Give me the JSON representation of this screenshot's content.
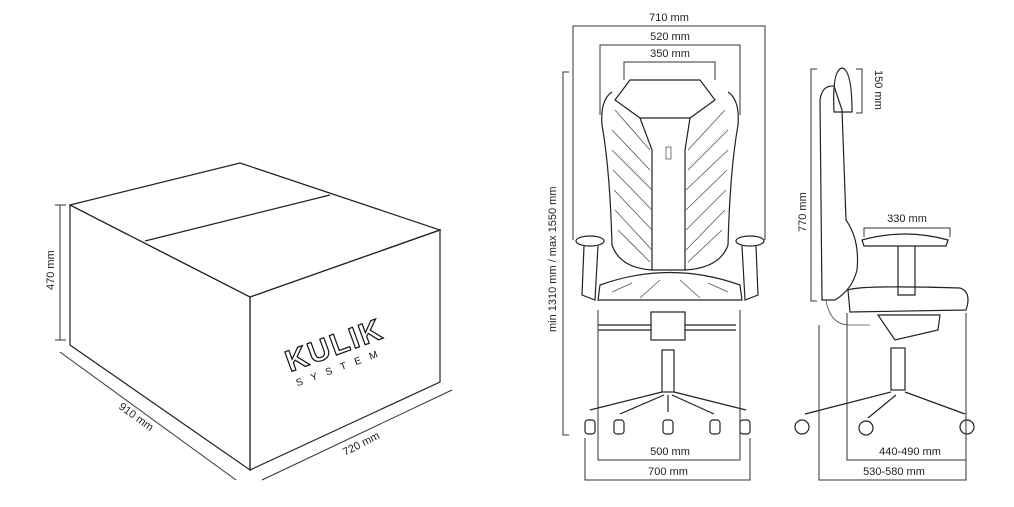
{
  "box": {
    "logo_main": "KULIK",
    "logo_sub": "SYSTEM",
    "height_label": "470 mm",
    "length_label": "910 mm",
    "width_label": "720 mm"
  },
  "front_view": {
    "overall_width": "710 mm",
    "back_width": "520 mm",
    "headrest_width": "350 mm",
    "height_range": "min 1310 mm / max 1550 mm",
    "seat_width": "500 mm",
    "base_width": "700 mm"
  },
  "side_view": {
    "headrest_height": "150 mm",
    "back_height": "770 mm",
    "armrest_length": "330 mm",
    "seat_depth": "440-490 mm",
    "overall_depth": "530-580 mm"
  }
}
